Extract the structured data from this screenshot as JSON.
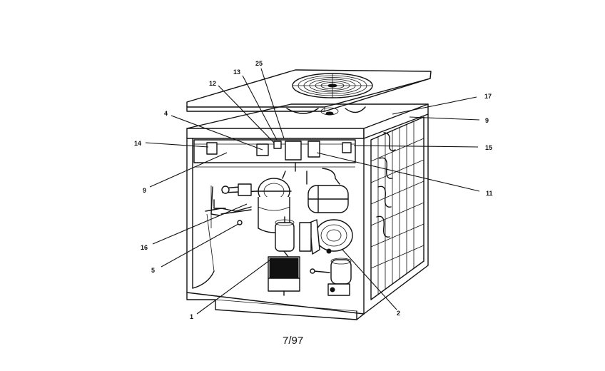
{
  "diagram": {
    "callouts": [
      {
        "id": "25",
        "label": "25"
      },
      {
        "id": "13",
        "label": "13"
      },
      {
        "id": "12",
        "label": "12"
      },
      {
        "id": "4",
        "label": "4"
      },
      {
        "id": "14",
        "label": "14"
      },
      {
        "id": "9a",
        "label": "9"
      },
      {
        "id": "16",
        "label": "16"
      },
      {
        "id": "5",
        "label": "5"
      },
      {
        "id": "1",
        "label": "1"
      },
      {
        "id": "17",
        "label": "17"
      },
      {
        "id": "9b",
        "label": "9"
      },
      {
        "id": "15",
        "label": "15"
      },
      {
        "id": "11",
        "label": "11"
      },
      {
        "id": "2",
        "label": "2"
      }
    ],
    "date_code": "7/97"
  }
}
